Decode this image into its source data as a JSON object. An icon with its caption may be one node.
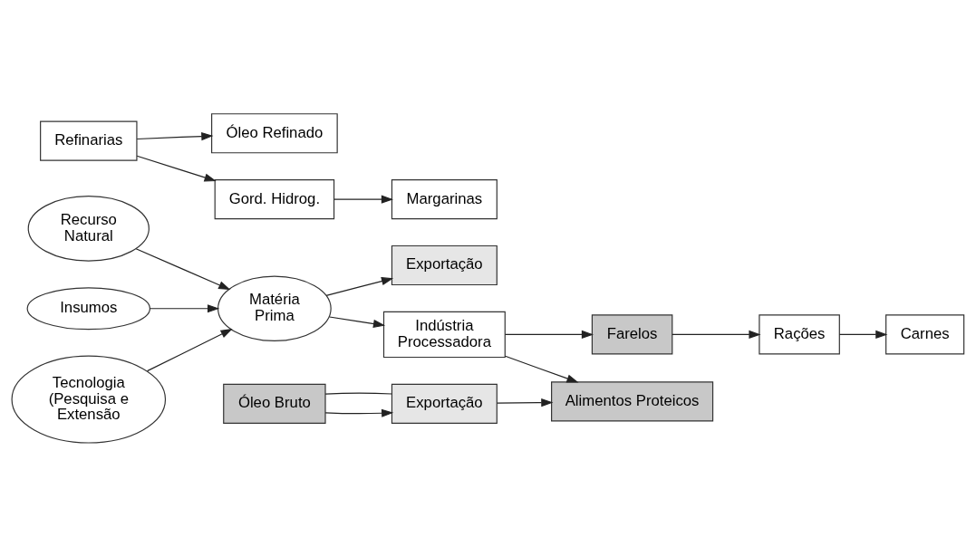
{
  "diagram": {
    "nodes": [
      {
        "text": [
          "Recurso Natural"
        ]
      },
      {
        "text": [
          "Insumos"
        ]
      },
      {
        "text": [
          "Exportação"
        ]
      },
      {
        "text": [
          "Farelos"
        ]
      },
      {
        "text": [
          "Rações"
        ]
      },
      {
        "text": [
          "Carnes"
        ]
      },
      {
        "text": [
          "Óleo Refinado"
        ]
      },
      {
        "text": [
          "Matéria Prima"
        ]
      },
      {
        "text": [
          "Indústria Processadora"
        ]
      },
      {
        "text": [
          "Óleo Bruto"
        ]
      },
      {
        "text": [
          "Refinarias"
        ]
      },
      {
        "text": [
          "Exportação"
        ]
      },
      {
        "text": [
          "Gord. Hidrog."
        ]
      },
      {
        "text": [
          "Tecnologia (Pesquisa e Extensão"
        ]
      },
      {
        "text": [
          "Margarinas"
        ]
      },
      {
        "text": [
          "Alimentos Proteicos"
        ]
      }
    ],
    "edges": [
      {
        "from": 0,
        "to": 7,
        "arrow": "to"
      },
      {
        "from": 1,
        "to": 7,
        "arrow": "to"
      },
      {
        "from": 13,
        "to": 7,
        "arrow": "to"
      },
      {
        "from": 7,
        "to": 2,
        "arrow": "to"
      },
      {
        "from": 7,
        "to": 8,
        "arrow": "to"
      },
      {
        "from": 8,
        "to": 3,
        "arrow": "to"
      },
      {
        "from": 3,
        "to": 4,
        "arrow": "to"
      },
      {
        "from": 4,
        "to": 5,
        "arrow": "to"
      },
      {
        "from": 8,
        "to": 15,
        "arrow": "to"
      },
      {
        "from": 9,
        "to": 11,
        "arrow": "to"
      },
      {
        "from": 9,
        "to": 11,
        "arrow": "none"
      },
      {
        "from": 11,
        "to": 15,
        "arrow": "to"
      },
      {
        "from": 10,
        "to": 6,
        "arrow": "to"
      },
      {
        "from": 10,
        "to": 12,
        "arrow": "to"
      },
      {
        "from": 12,
        "to": 14,
        "arrow": "to"
      }
    ]
  }
}
